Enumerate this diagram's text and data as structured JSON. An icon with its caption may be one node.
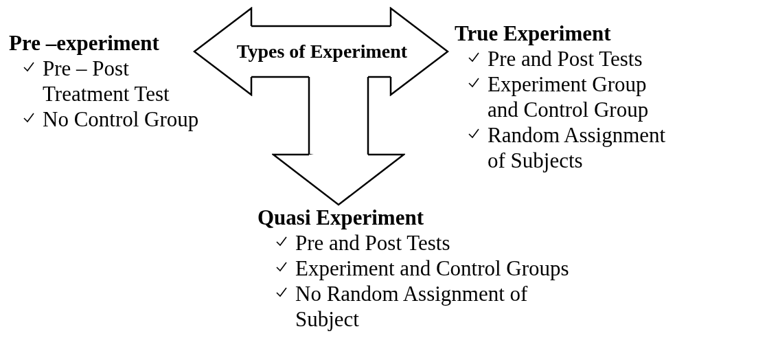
{
  "diagram": {
    "nodes": [
      {
        "text": [
          "Types of Experiment"
        ]
      },
      {
        "text": [
          "Pre –experiment",
          "Pre – Post Treatment Test",
          "No Control Group"
        ]
      },
      {
        "text": [
          "True Experiment",
          "Pre and Post Tests",
          "Experiment Group and Control Group",
          "Random Assignment of Subjects"
        ]
      },
      {
        "text": [
          "Quasi Experiment",
          "Pre and Post Tests",
          "Experiment and Control Groups",
          "No Random Assignment of Subject"
        ]
      }
    ],
    "edges": [
      {
        "from": 0,
        "to": 1,
        "arrow": "to"
      },
      {
        "from": 0,
        "to": 2,
        "arrow": "to"
      },
      {
        "from": 0,
        "to": 3,
        "arrow": "to"
      }
    ]
  }
}
